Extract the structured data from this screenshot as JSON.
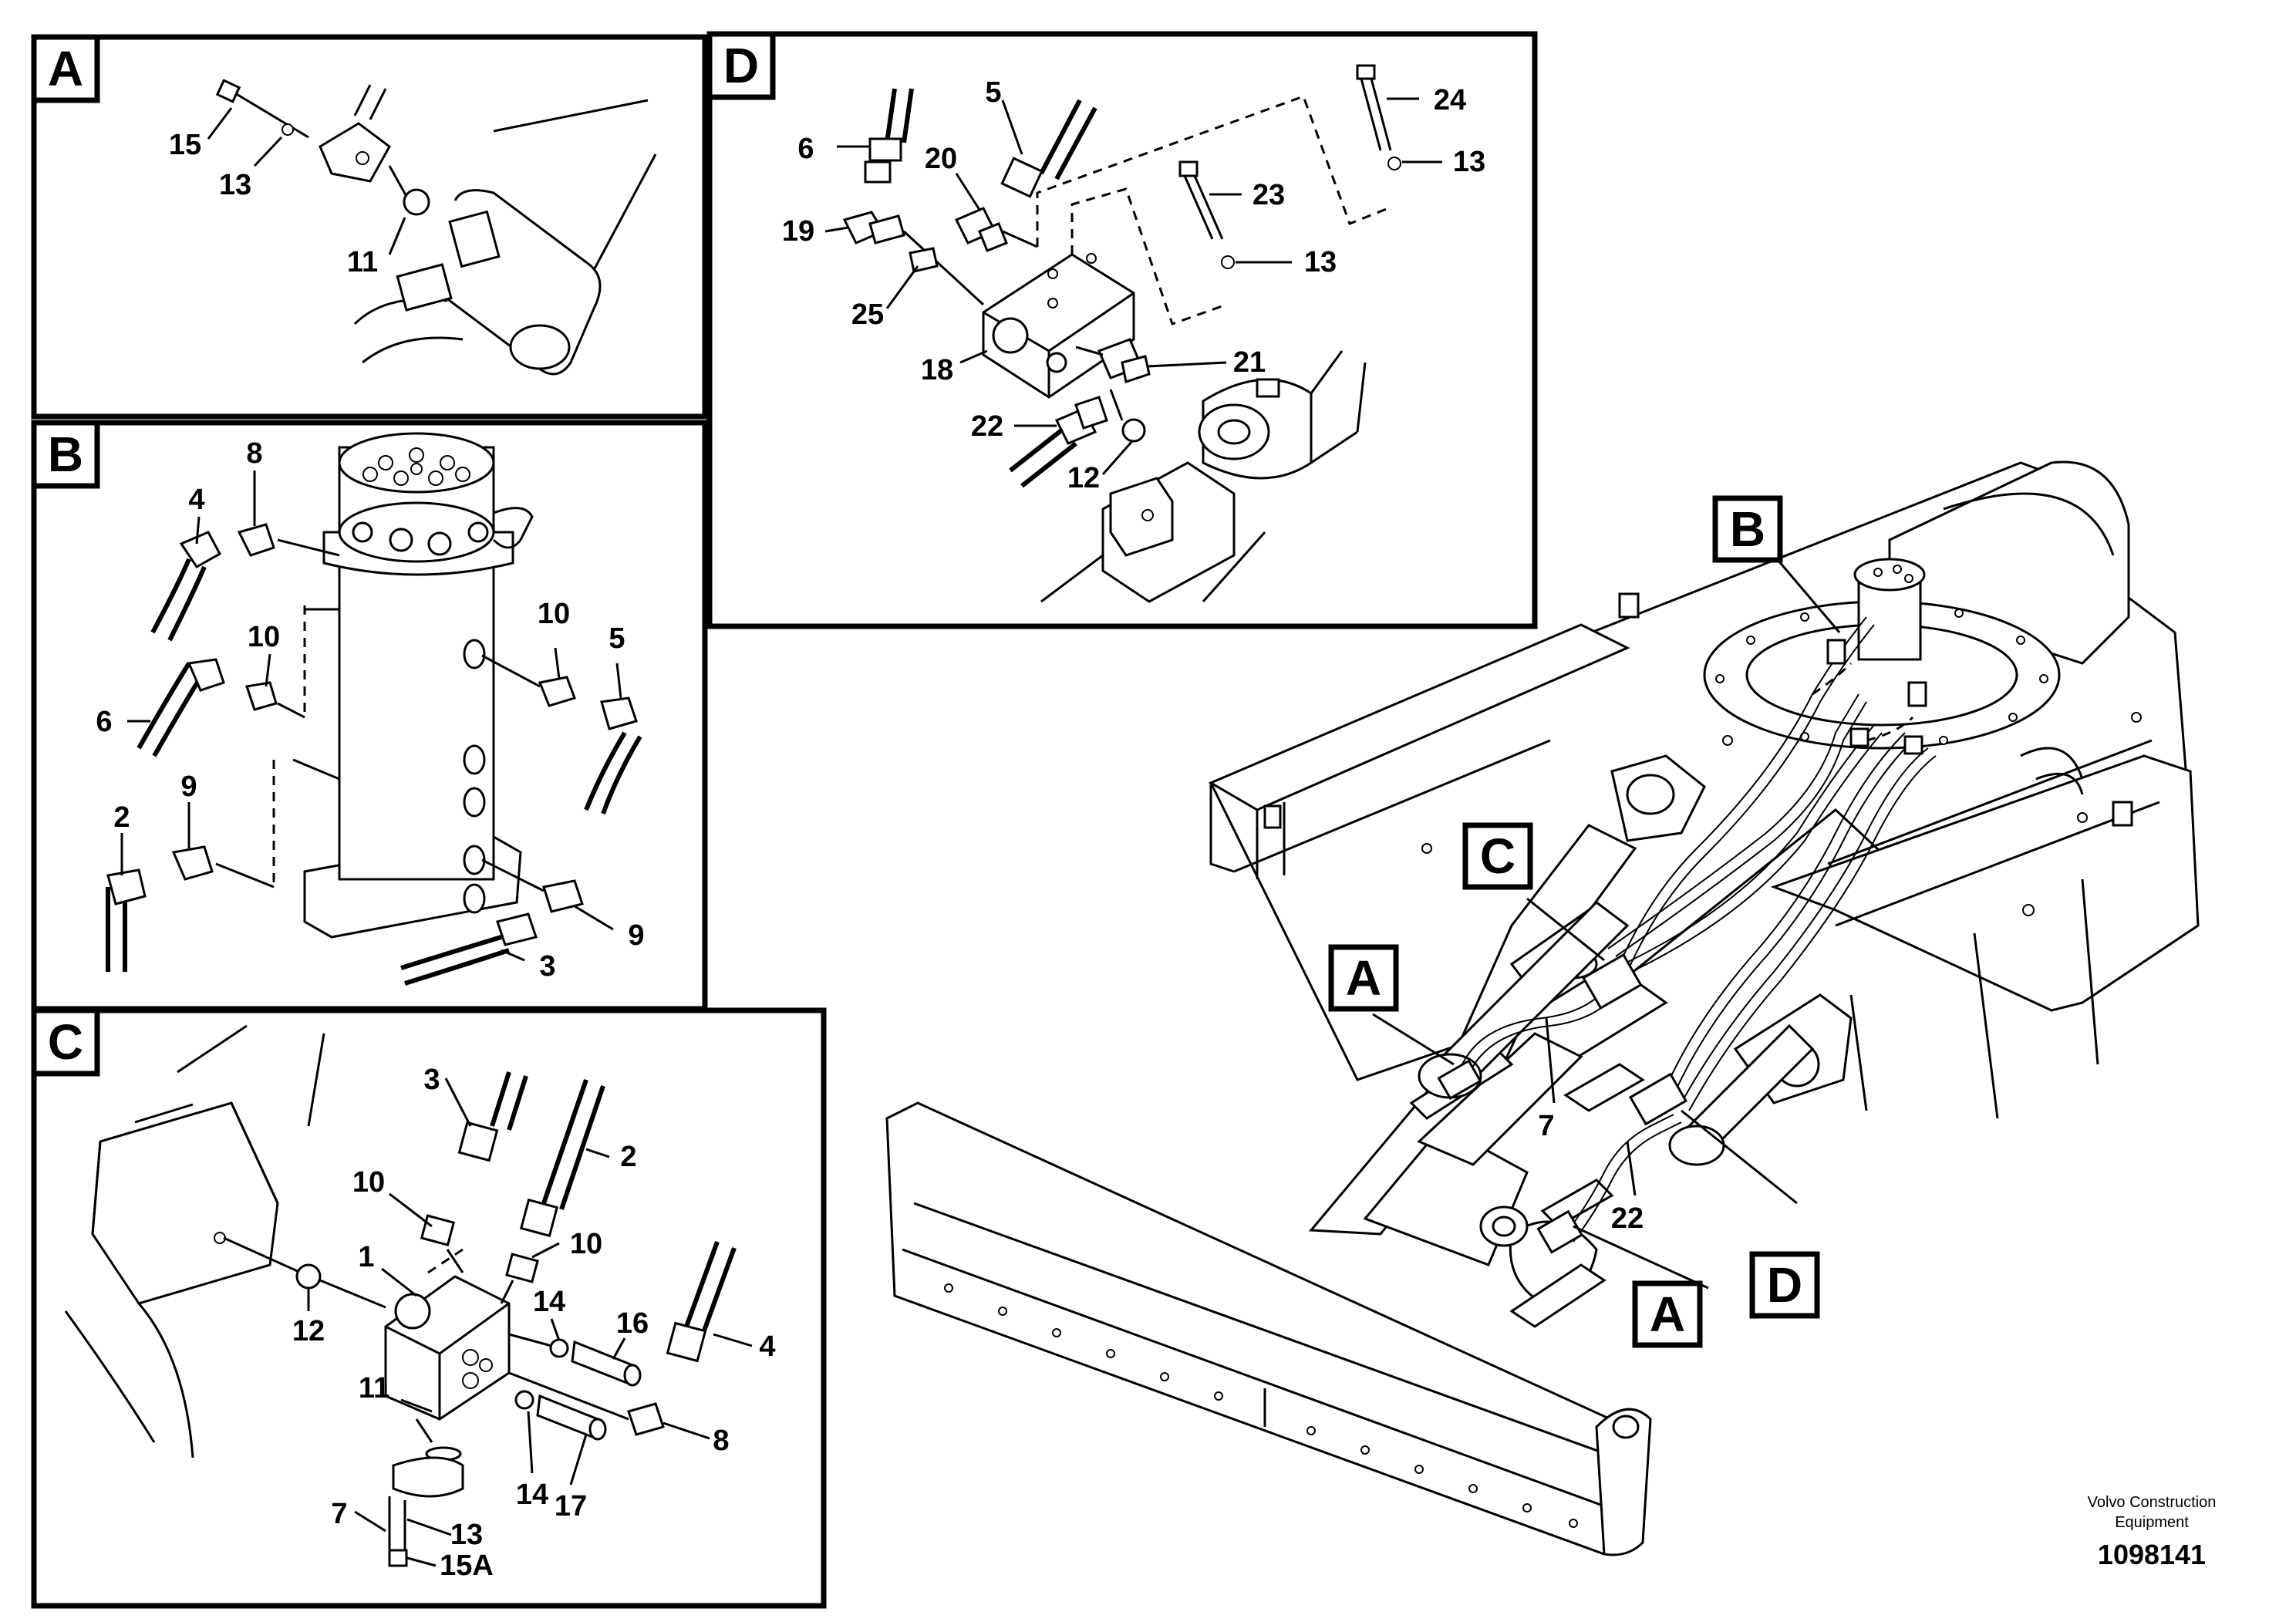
{
  "panels": {
    "A": {
      "letter": "A",
      "labels": {
        "p15": "15",
        "p13": "13",
        "p11": "11"
      }
    },
    "B": {
      "letter": "B",
      "labels": {
        "p4": "4",
        "p8": "8",
        "p10a": "10",
        "p10b": "10",
        "p5": "5",
        "p6": "6",
        "p2": "2",
        "p9a": "9",
        "p9b": "9",
        "p3": "3"
      }
    },
    "C": {
      "letter": "C",
      "labels": {
        "p3": "3",
        "p2": "2",
        "p10a": "10",
        "p10b": "10",
        "p1": "1",
        "p12": "12",
        "p14a": "14",
        "p16": "16",
        "p4": "4",
        "p11": "11",
        "p14b": "14",
        "p17": "17",
        "p8": "8",
        "p7": "7",
        "p13": "13",
        "p15A": "15A"
      }
    },
    "D": {
      "letter": "D",
      "labels": {
        "p6": "6",
        "p5": "5",
        "p24": "24",
        "p13a": "13",
        "p20": "20",
        "p23": "23",
        "p19": "19",
        "p13b": "13",
        "p25": "25",
        "p18": "18",
        "p21": "21",
        "p22": "22",
        "p12": "12"
      }
    }
  },
  "overview": {
    "callouts": {
      "B": "B",
      "C": "C",
      "A1": "A",
      "A2": "A",
      "D": "D"
    },
    "labels": {
      "p7": "7",
      "p22": "22"
    }
  },
  "credit": {
    "organization_line1": "Volvo Construction",
    "organization_line2": "Equipment",
    "figure_number": "1098141"
  },
  "colors": {
    "ink": "#000000",
    "paper": "#ffffff"
  }
}
